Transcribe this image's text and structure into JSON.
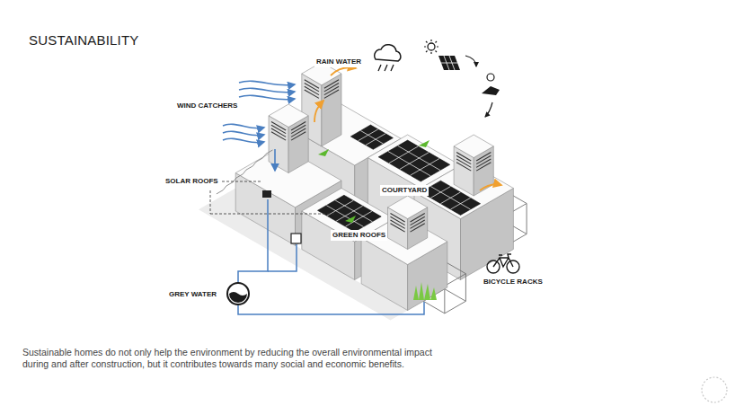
{
  "diagram": {
    "title": "SUSTAINABILITY",
    "caption": "Sustainable homes do not only help the environment by reducing the overall environmental impact during and after construction, but it contributes towards many social and economic benefits.",
    "labels": [
      "RAIN WATER",
      "WIND CATCHERS",
      "SOLAR ROOFS",
      "COURTYARD",
      "GREEN ROOFS",
      "GREY WATER",
      "BICYCLE RACKS"
    ]
  }
}
